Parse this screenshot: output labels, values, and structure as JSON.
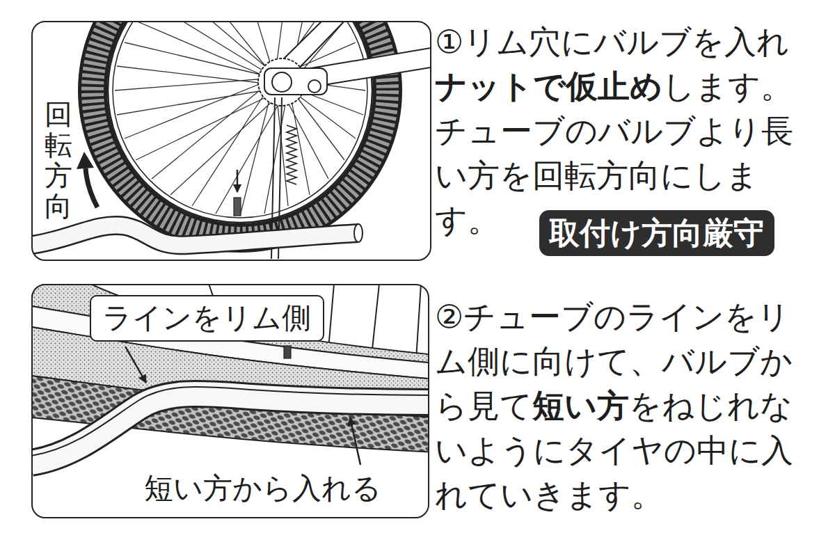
{
  "diagram": {
    "nodes": [
      {
        "text": [
          "回転方向"
        ]
      },
      {
        "text": [
          "取付け方向厳守"
        ]
      },
      {
        "text": [
          "短い方から入れる"
        ]
      },
      {
        "text": [
          "ラインをリム側"
        ],
        "in": 2
      }
    ],
    "labels": [
      "①リム穴にバルブを入れ",
      "ナットで仮止め",
      "します。チューブのバルブより長い方を回転方向にします。",
      "②チューブのラインをリム側に向けて、バルブから見て",
      "短い方",
      "をねじれないようにタイヤの中に入れていきます。"
    ]
  }
}
